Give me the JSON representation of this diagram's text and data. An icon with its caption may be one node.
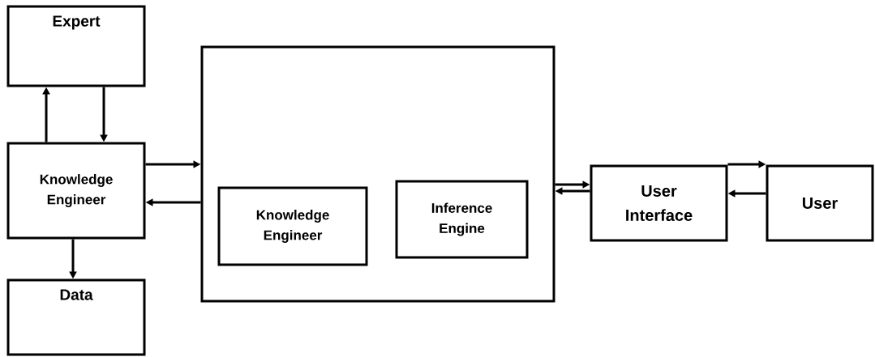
{
  "diagram": {
    "nodes": [
      {
        "text": [
          "Expert"
        ]
      },
      {
        "text": [
          "Knowledge Engineer"
        ]
      },
      {
        "text": [
          "Data"
        ]
      },
      {
        "text": [],
        "shape": "box"
      },
      {
        "text": [
          "Knowledge Engineer"
        ],
        "in": 3
      },
      {
        "text": [
          "Inference Engine"
        ],
        "in": 3
      },
      {
        "text": [
          "User Interface"
        ]
      },
      {
        "text": [
          "User"
        ]
      }
    ],
    "edges": [
      {
        "from": 1,
        "to": 0,
        "arrow": "to"
      },
      {
        "from": 0,
        "to": 1,
        "arrow": "to"
      },
      {
        "from": 1,
        "to": 2,
        "arrow": "to"
      },
      {
        "from": 1,
        "to": 3,
        "arrow": "to"
      },
      {
        "from": 3,
        "to": 1,
        "arrow": "to"
      },
      {
        "from": 3,
        "to": 6,
        "arrow": "to"
      },
      {
        "from": 6,
        "to": 3,
        "arrow": "to"
      },
      {
        "from": 6,
        "to": 7,
        "arrow": "to"
      },
      {
        "from": 7,
        "to": 6,
        "arrow": "to"
      }
    ]
  }
}
